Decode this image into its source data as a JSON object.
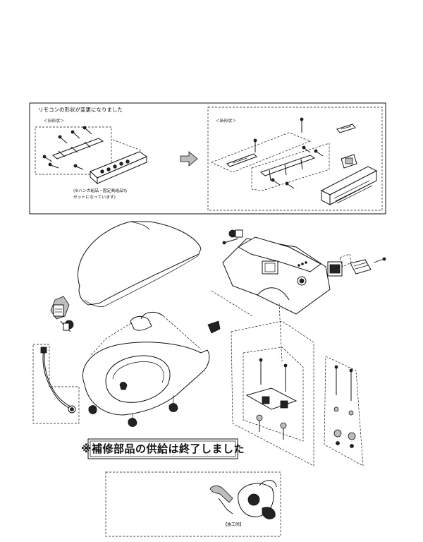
{
  "remote_notice": {
    "title": "リモコンの形状が変更になりました",
    "old_label": "＜旧形状＞",
    "new_label": "＜新形状＞",
    "old_note_line1": "(※ハンガ組品・固定具組品も",
    "old_note_line2": "セットになっています)"
  },
  "main_notice": "※補修部品の供給は終了しました",
  "install_label": "【施工例】"
}
